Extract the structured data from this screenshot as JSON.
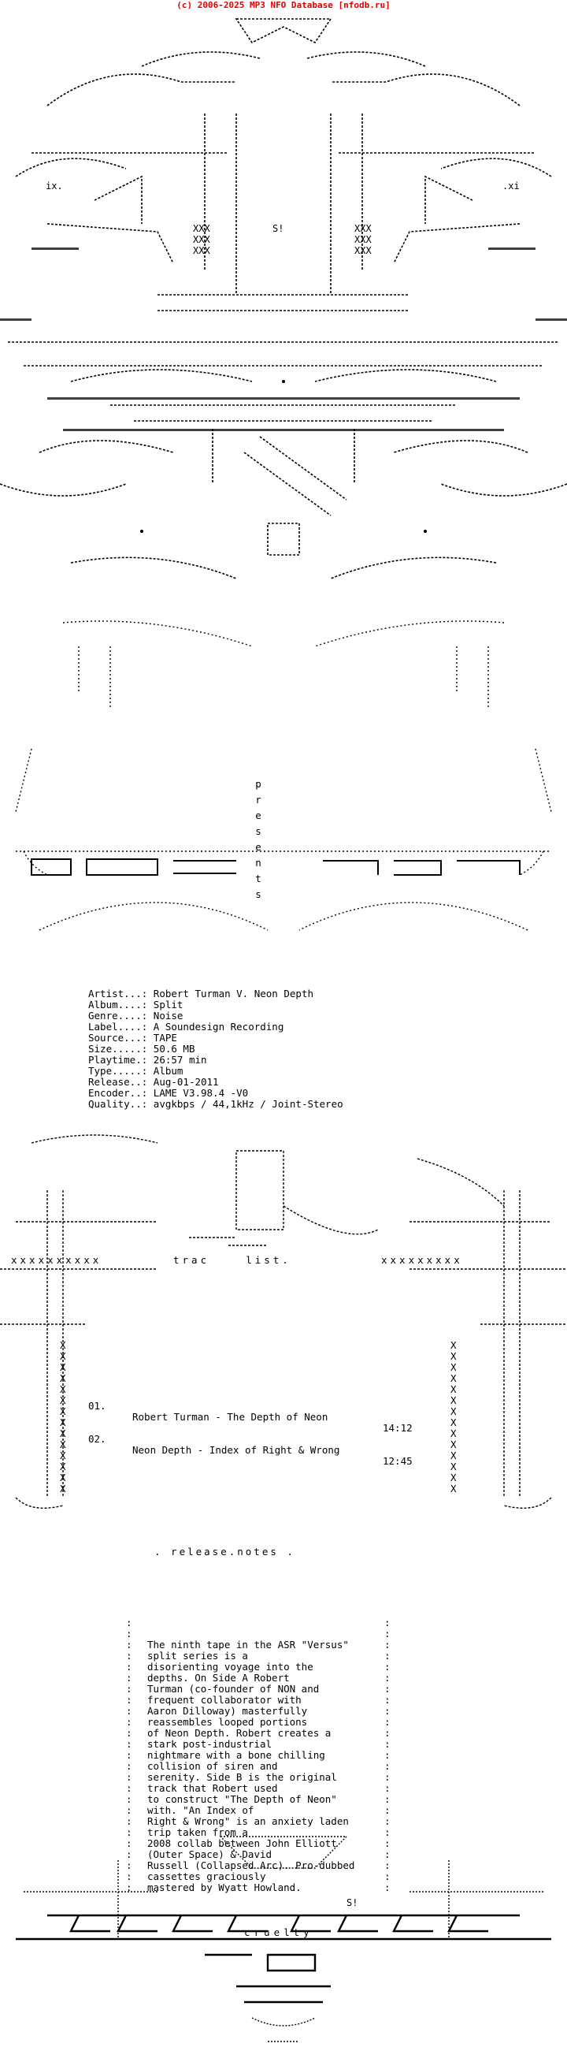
{
  "header": {
    "text": "(c) 2006-2025 MP3 NFO Database [nfodb.ru]",
    "color": "#e00000"
  },
  "logo_top": {
    "sig_left": "ix.",
    "sig_right": ".xi",
    "sig_center": "S!",
    "xxx": "XXX"
  },
  "presents": [
    "p",
    "r",
    "e",
    "s",
    "e",
    "n",
    "t",
    "s"
  ],
  "info": {
    "rows": [
      {
        "label": "Artist...:",
        "value": "Robert Turman V. Neon Depth"
      },
      {
        "label": "Album....:",
        "value": "Split"
      },
      {
        "label": "Genre....:",
        "value": "Noise"
      },
      {
        "label": "Label....:",
        "value": "A Soundesign Recording"
      },
      {
        "label": "Source...:",
        "value": "TAPE"
      },
      {
        "label": "Size.....:",
        "value": "50.6 MB"
      },
      {
        "label": "Playtime.:",
        "value": "26:57 min"
      },
      {
        "label": "Type.....:",
        "value": "Album"
      },
      {
        "label": "Release..:",
        "value": "Aug-01-2011"
      },
      {
        "label": "Encoder..:",
        "value": "LAME V3.98.4 -V0"
      },
      {
        "label": "Quality..:",
        "value": "avgkbps / 44,1kHz / Joint-Stereo"
      }
    ]
  },
  "tracklist": {
    "title": "trac    list.",
    "x_left": "xxxxxxxxxx",
    "x_right": "xxxxxxxxx",
    "tracks": [
      {
        "num": "01.",
        "title": "Robert Turman - The Depth of Neon",
        "time": "14:12"
      },
      {
        "num": "02.",
        "title": "Neon Depth - Index of Right & Wrong",
        "time": "12:45"
      }
    ]
  },
  "release_notes": {
    "title": ". release.notes .",
    "lines": [
      "The ninth tape in the ASR \"Versus\"",
      "split series is a",
      "disorienting voyage into the",
      "depths. On Side A Robert",
      "Turman (co-founder of NON and",
      "frequent collaborator with",
      "Aaron Dilloway) masterfully",
      "reassembles looped portions",
      "of Neon Depth. Robert creates a",
      "stark post-industrial",
      "nightmare with a bone chilling",
      "collision of siren and",
      "serenity. Side B is the original",
      "track that Robert used",
      "to construct \"The Depth of Neon\"",
      "with. \"An Index of",
      "Right & Wrong\" is an anxiety laden",
      "trip taken from a",
      "2008 collab between John Elliott",
      "(Outer Space) & David",
      "Russell (Collapsed Arc). Pro-dubbed",
      "cassettes graciously",
      "mastered by Wyatt Howland."
    ]
  },
  "footer": {
    "word": "cruelty",
    "sig": "S!"
  }
}
